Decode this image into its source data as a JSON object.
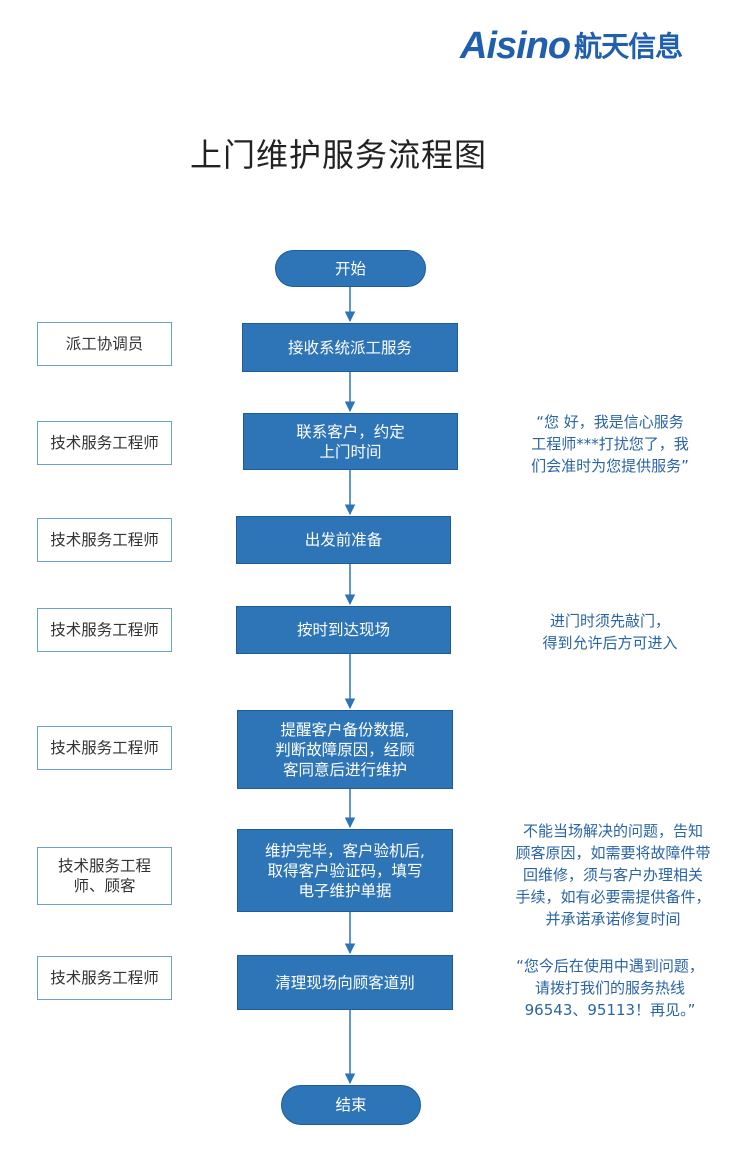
{
  "logo": {
    "latin": "Aisino",
    "cn": "航天信息"
  },
  "title": "上门维护服务流程图",
  "flow": {
    "start": "开始",
    "step1": "接收系统派工服务",
    "step2": "联系客户，约定\n上门时间",
    "step3": "出发前准备",
    "step4": "按时到达现场",
    "step5": "提醒客户备份数据,\n判断故障原因，经顾\n客同意后进行维护",
    "step6": "维护完毕，客户验机后,\n取得客户验证码，填写\n电子维护单据",
    "step7": "清理现场向顾客道别",
    "end": "结束"
  },
  "roles": {
    "r1": "派工协调员",
    "r2": "技术服务工程师",
    "r3": "技术服务工程师",
    "r4": "技术服务工程师",
    "r5": "技术服务工程师",
    "r6": "技术服务工程\n师、顾客",
    "r7": "技术服务工程师"
  },
  "notes": {
    "n2": "“您 好，我是信心服务\n工程师***打扰您了，我\n们会准时为您提供服务”",
    "n4": "进门时须先敲门，\n得到允许后方可进入",
    "n6": "不能当场解决的问题，告知\n顾客原因，如需要将故障件带\n回维修，须与客户办理相关\n手续，如有必要需提供备件，\n并承诺承诺修复时间",
    "n7": "“您今后在使用中遇到问题，\n请拨打我们的服务热线\n96543、95113！再见。”"
  },
  "colors": {
    "node_fill": "#2e75b8",
    "role_border": "#6aa0d2",
    "note_text": "#2a64a8",
    "logo": "#1f5fae"
  }
}
